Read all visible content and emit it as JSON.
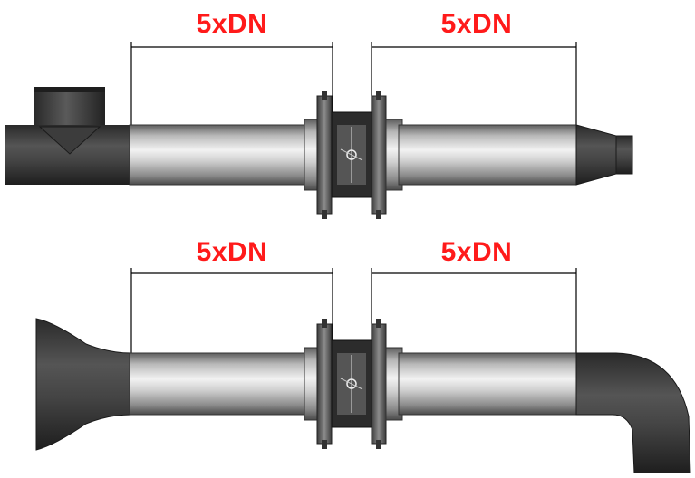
{
  "diagram": {
    "top": {
      "label_left": "5xDN",
      "label_right": "5xDN"
    },
    "bottom": {
      "label_left": "5xDN",
      "label_right": "5xDN"
    }
  },
  "colors": {
    "label": "#ff1a1a",
    "dimension_line": "#000000",
    "dark_pipe": "#3a3a3a",
    "steel_pipe_light": "#e6e6e6",
    "steel_pipe_dark": "#6a6a6a"
  }
}
